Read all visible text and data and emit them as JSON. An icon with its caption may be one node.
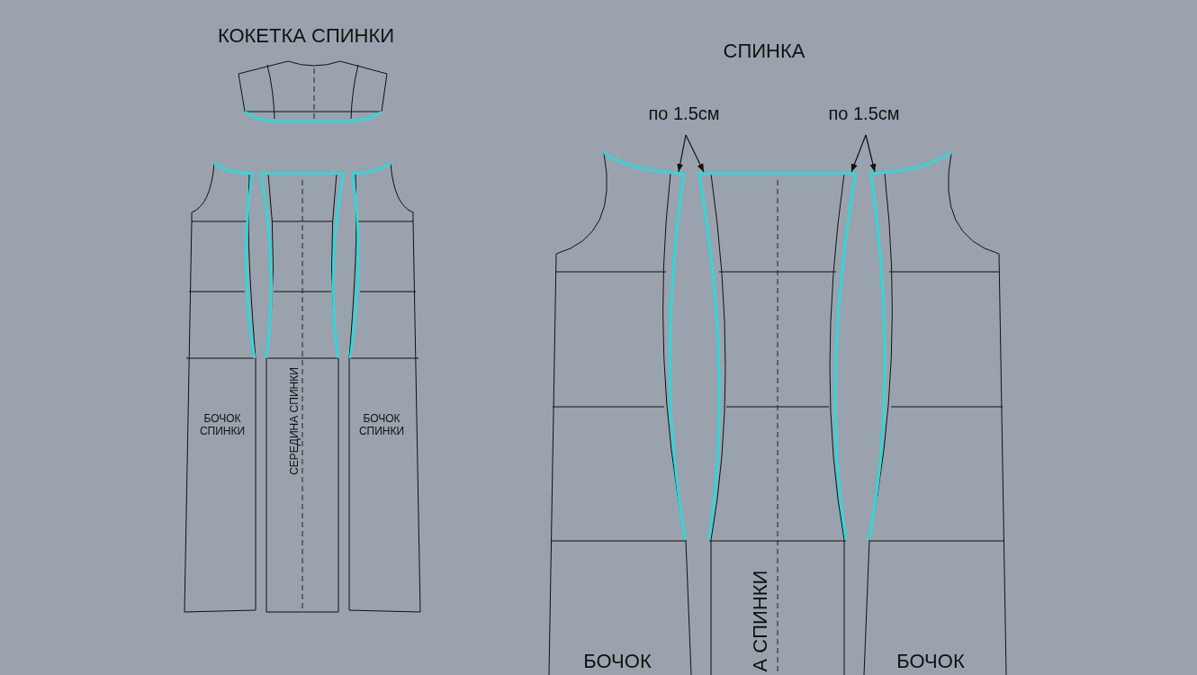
{
  "diagram": {
    "nodes": [
      {
        "text": [
          "по 1.5см"
        ]
      },
      {
        "text": [
          "по 1.5см"
        ]
      }
    ],
    "edges": [
      {
        "from": 0,
        "to": null,
        "arrow": "to"
      },
      {
        "from": 0,
        "to": null,
        "arrow": "to"
      },
      {
        "from": 1,
        "to": null,
        "arrow": "to"
      },
      {
        "from": 1,
        "to": null,
        "arrow": "to"
      }
    ],
    "labels": [
      "КОКЕТКА СПИНКИ",
      "СПИНКА",
      "БОЧОК СПИНКИ",
      "СЕРЕДИНА СПИНКИ",
      "БОЧОК СПИНКИ",
      "БОЧОК",
      "А СПИНКИ",
      "БОЧОК"
    ]
  }
}
